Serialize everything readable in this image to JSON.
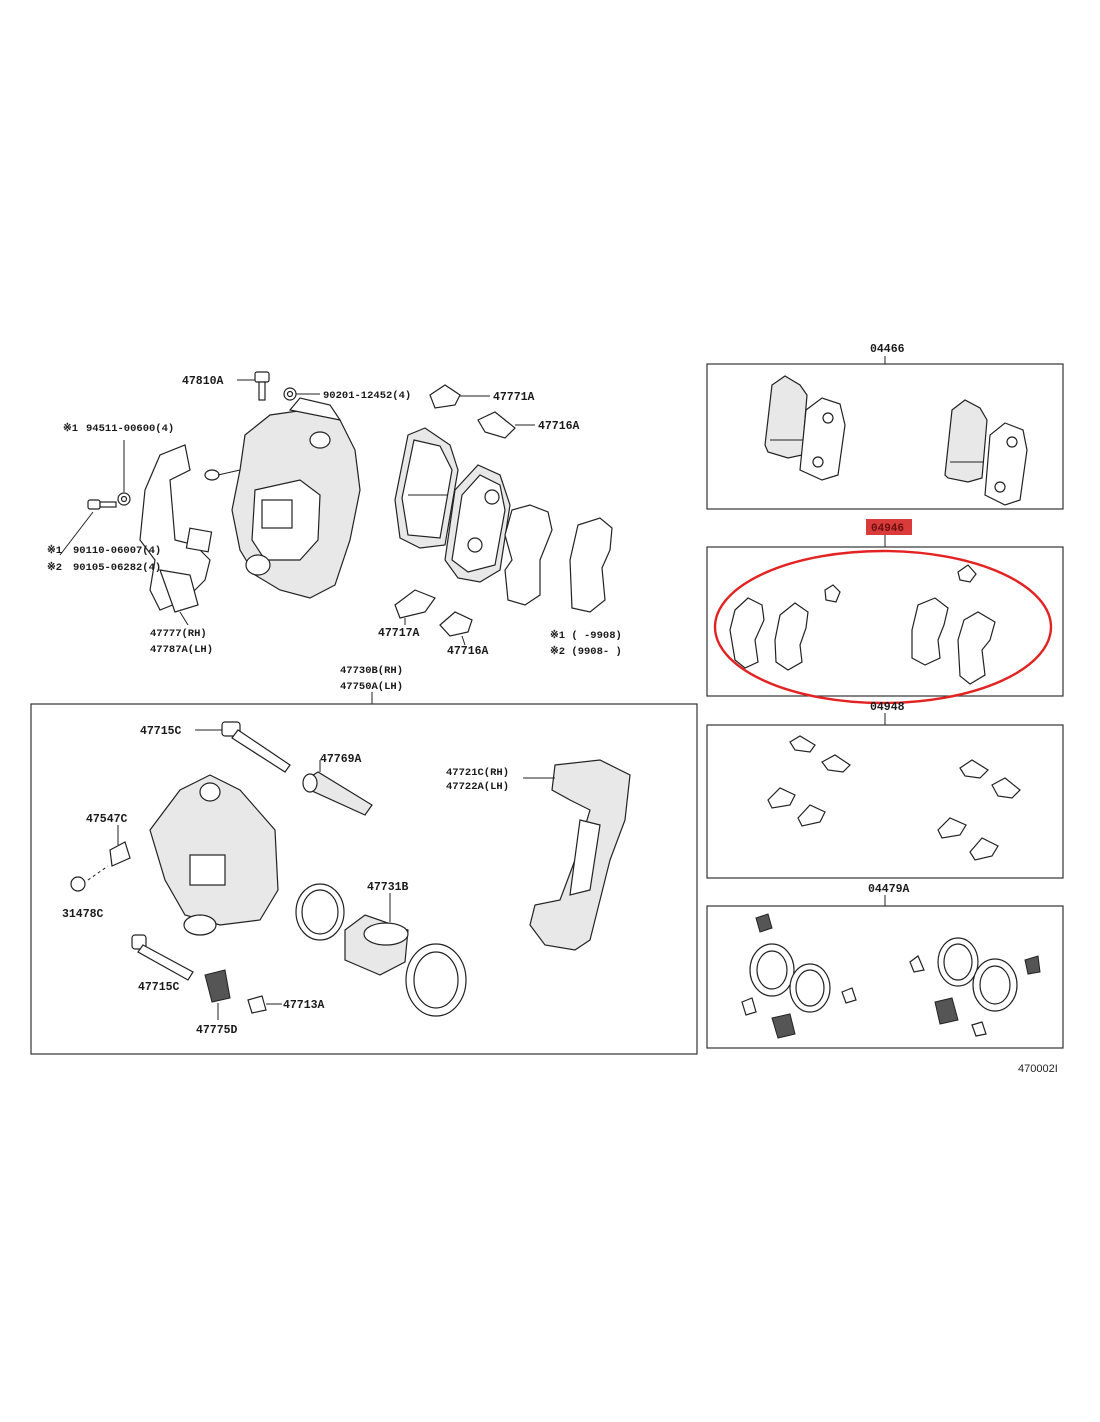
{
  "labels": {
    "p47810A": "47810A",
    "p90201": "90201-12452(4)",
    "p47771A": "47771A",
    "p47716A_top": "47716A",
    "note1_prefix": "※1",
    "p94511": "94511-00600(4)",
    "p90110_prefix": "※1",
    "p90110": "90110-06007(4)",
    "p90105_prefix": "※2",
    "p90105": "90105-06282(4)",
    "p47777": "47777(RH)",
    "p47787A": "47787A(LH)",
    "p47717A": "47717A",
    "p47716A_bot": "47716A",
    "legend1": "※1 (    -9908)",
    "legend2": "※2 (9908-     )",
    "p47730B": "47730B(RH)",
    "p47750A": "47750A(LH)",
    "p47715C_top": "47715C",
    "p47769A": "47769A",
    "p47721C": "47721C(RH)",
    "p47722A": "47722A(LH)",
    "p47547C": "47547C",
    "p31478C": "31478C",
    "p47731B": "47731B",
    "p47715C_bot": "47715C",
    "p47775D": "47775D",
    "p47713A": "47713A",
    "kit04466": "04466",
    "kit04946": "04946",
    "kit04948": "04948",
    "kit04479A": "04479A",
    "ref": "470002I"
  },
  "highlight": {
    "part": "04946",
    "color": "#e32222"
  }
}
